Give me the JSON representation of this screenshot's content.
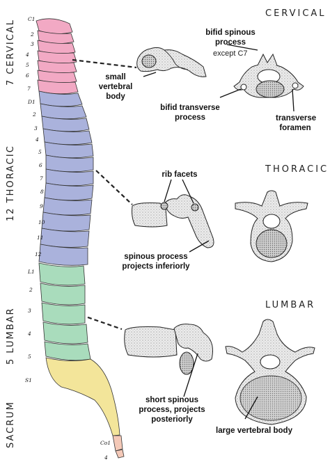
{
  "sections": {
    "cervical": "CERVICAL",
    "thoracic": "THORACIC",
    "lumbar": "LUMBAR"
  },
  "side_labels": {
    "cervical": "7 CERVICAL",
    "thoracic": "12 THORACIC",
    "lumbar": "5 LUMBAR",
    "sacrum": "SACRUM"
  },
  "vertebra_labels": {
    "cervical": [
      "C1",
      "2",
      "3",
      "4",
      "5",
      "6",
      "7"
    ],
    "thoracic": [
      "D1",
      "2",
      "3",
      "4",
      "5",
      "6",
      "7",
      "8",
      "9",
      "10",
      "11",
      "12"
    ],
    "lumbar": [
      "L1",
      "2",
      "3",
      "4",
      "5"
    ],
    "sacrum": "S1",
    "coccyx": [
      "Co1",
      "4"
    ]
  },
  "annotations": {
    "bifid_spinous_1": "bifid spinous",
    "bifid_spinous_2": "process",
    "except_c7": "except C7",
    "small_vertebral_1": "small",
    "small_vertebral_2": "vertebral",
    "small_vertebral_3": "body",
    "bifid_transverse_1": "bifid transverse",
    "bifid_transverse_2": "process",
    "transverse_foramen_1": "transverse",
    "transverse_foramen_2": "foramen",
    "rib_facets": "rib facets",
    "spinous_inferior_1": "spinous process",
    "spinous_inferior_2": "projects inferiorly",
    "short_spinous_1": "short spinous",
    "short_spinous_2": "process, projects",
    "short_spinous_3": "posteriorly",
    "large_body": "large vertebral body"
  },
  "colors": {
    "cervical": "#f2a9c4",
    "thoracic": "#aab2dc",
    "lumbar": "#a9dcbc",
    "sacrum": "#f3e59a",
    "coccyx": "#f4c9b8",
    "bone": "#e9e9e9",
    "ink": "#222222"
  }
}
